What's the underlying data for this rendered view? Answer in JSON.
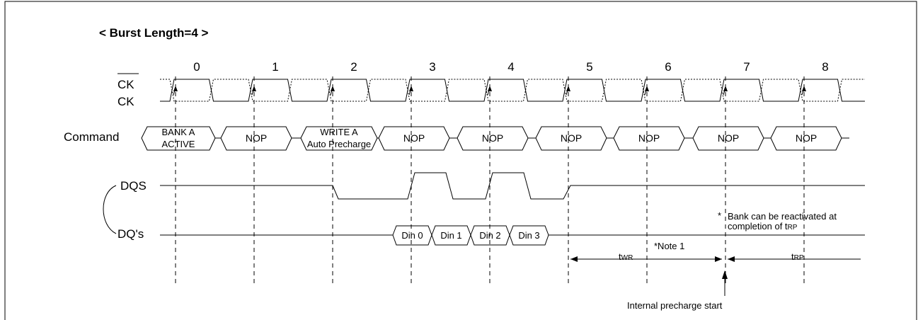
{
  "title": "< Burst Length=4 >",
  "clock_numbers": [
    "0",
    "1",
    "2",
    "3",
    "4",
    "5",
    "6",
    "7",
    "8"
  ],
  "signals": {
    "ck_bar": "CK",
    "ck": "CK",
    "command": "Command",
    "dqs": "DQS",
    "dq": "DQ's"
  },
  "commands": [
    {
      "line1": "BANK A",
      "line2": "ACTIVE"
    },
    {
      "line1": "NOP",
      "line2": ""
    },
    {
      "line1": "WRITE  A",
      "line2": "Auto Precharge"
    },
    {
      "line1": "NOP",
      "line2": ""
    },
    {
      "line1": "NOP",
      "line2": ""
    },
    {
      "line1": "NOP",
      "line2": ""
    },
    {
      "line1": "NOP",
      "line2": ""
    },
    {
      "line1": "NOP",
      "line2": ""
    },
    {
      "line1": "NOP",
      "line2": ""
    }
  ],
  "data_in": [
    "Din 0",
    "Din 1",
    "Din 2",
    "Din 3"
  ],
  "annotations": {
    "bank_note_line1": "Bank can be reactivated at",
    "bank_note_line2": "completion of t",
    "bank_note_sub": "RP",
    "asterisk": "*",
    "note1": "*Note 1",
    "twr_t": "t",
    "twr_sub": "WR",
    "trp_t": "t",
    "trp_sub": "RP",
    "internal_precharge": "Internal precharge start"
  }
}
